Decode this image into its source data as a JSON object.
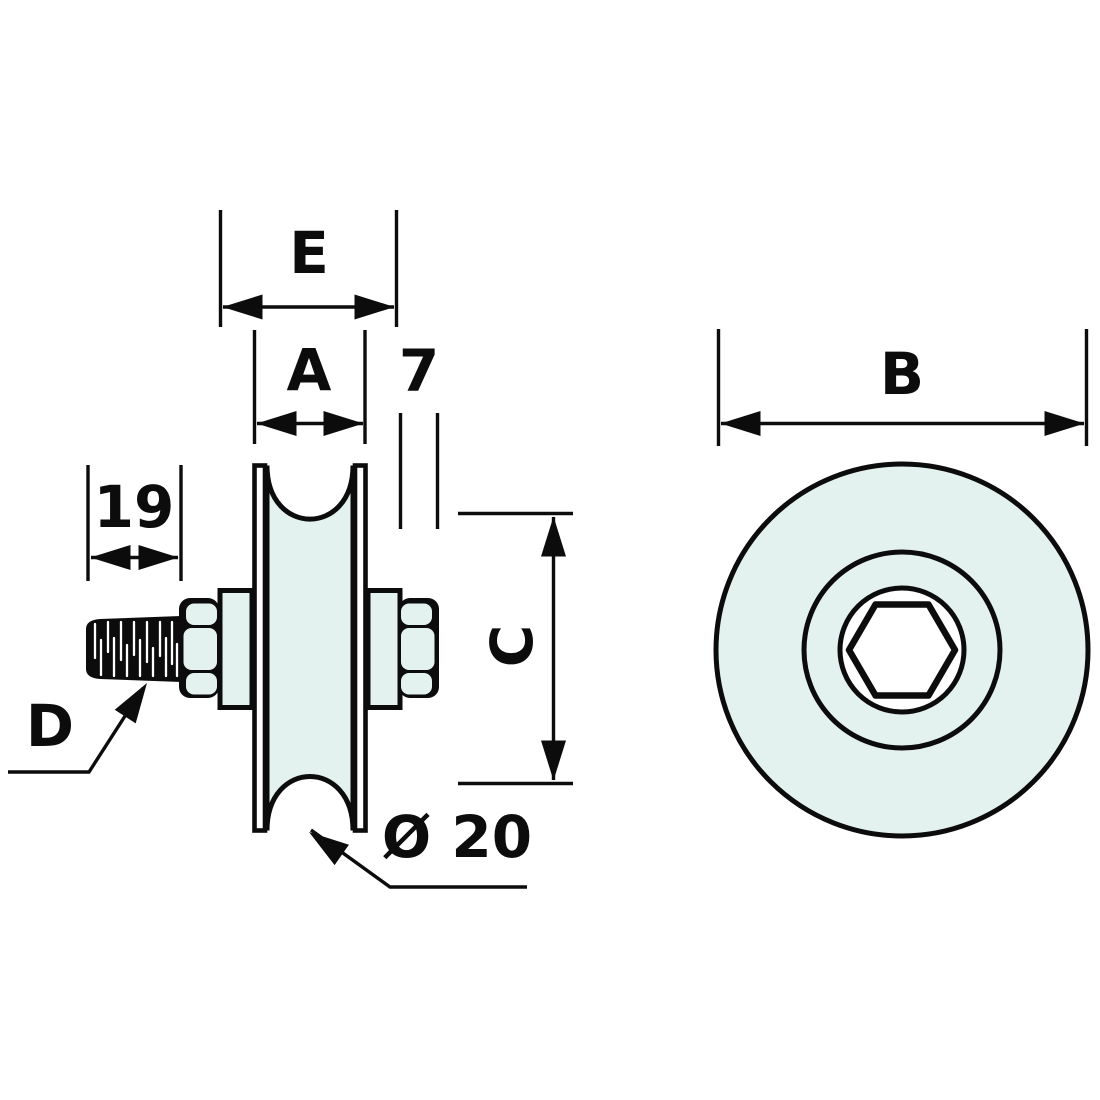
{
  "drawing": {
    "labels": {
      "hub_span": "E",
      "wheel_width": "A",
      "flange_offset": "7",
      "thread_length": "19",
      "radial_height": "C",
      "thread_callout": "D",
      "groove_diameter": "Ø 20",
      "outer_diameter": "B"
    }
  },
  "colors": {
    "part_fill": "#e3f1ef",
    "line": "#0c0c0c",
    "background": "#ffffff"
  }
}
